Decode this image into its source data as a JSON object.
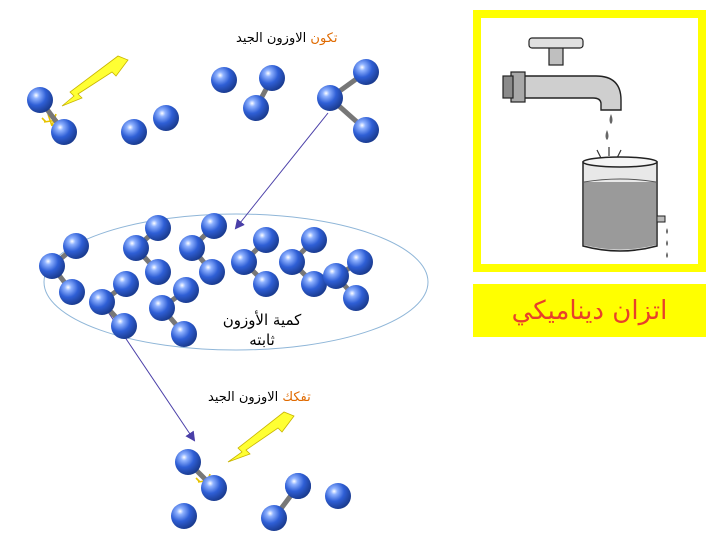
{
  "labels": {
    "formation_prefix": "تكون",
    "formation_suffix": " الاوزون الجيد",
    "middle_line1": "كمية الأوزون",
    "middle_line2": "ثابته",
    "dissociation_prefix": "تفكك",
    "dissociation_suffix": " الاوزون الجيد"
  },
  "title": "اتزان ديناميكي",
  "colors": {
    "molecule": "#2f5fd6",
    "bond": "#777777",
    "highlight": "#e06a00",
    "title_box": "#ffff00",
    "title_text": "#e8402a"
  },
  "icons": [
    "ozone-molecule",
    "oxygen-atom",
    "lightning-bolt",
    "faucet",
    "water-bucket"
  ]
}
